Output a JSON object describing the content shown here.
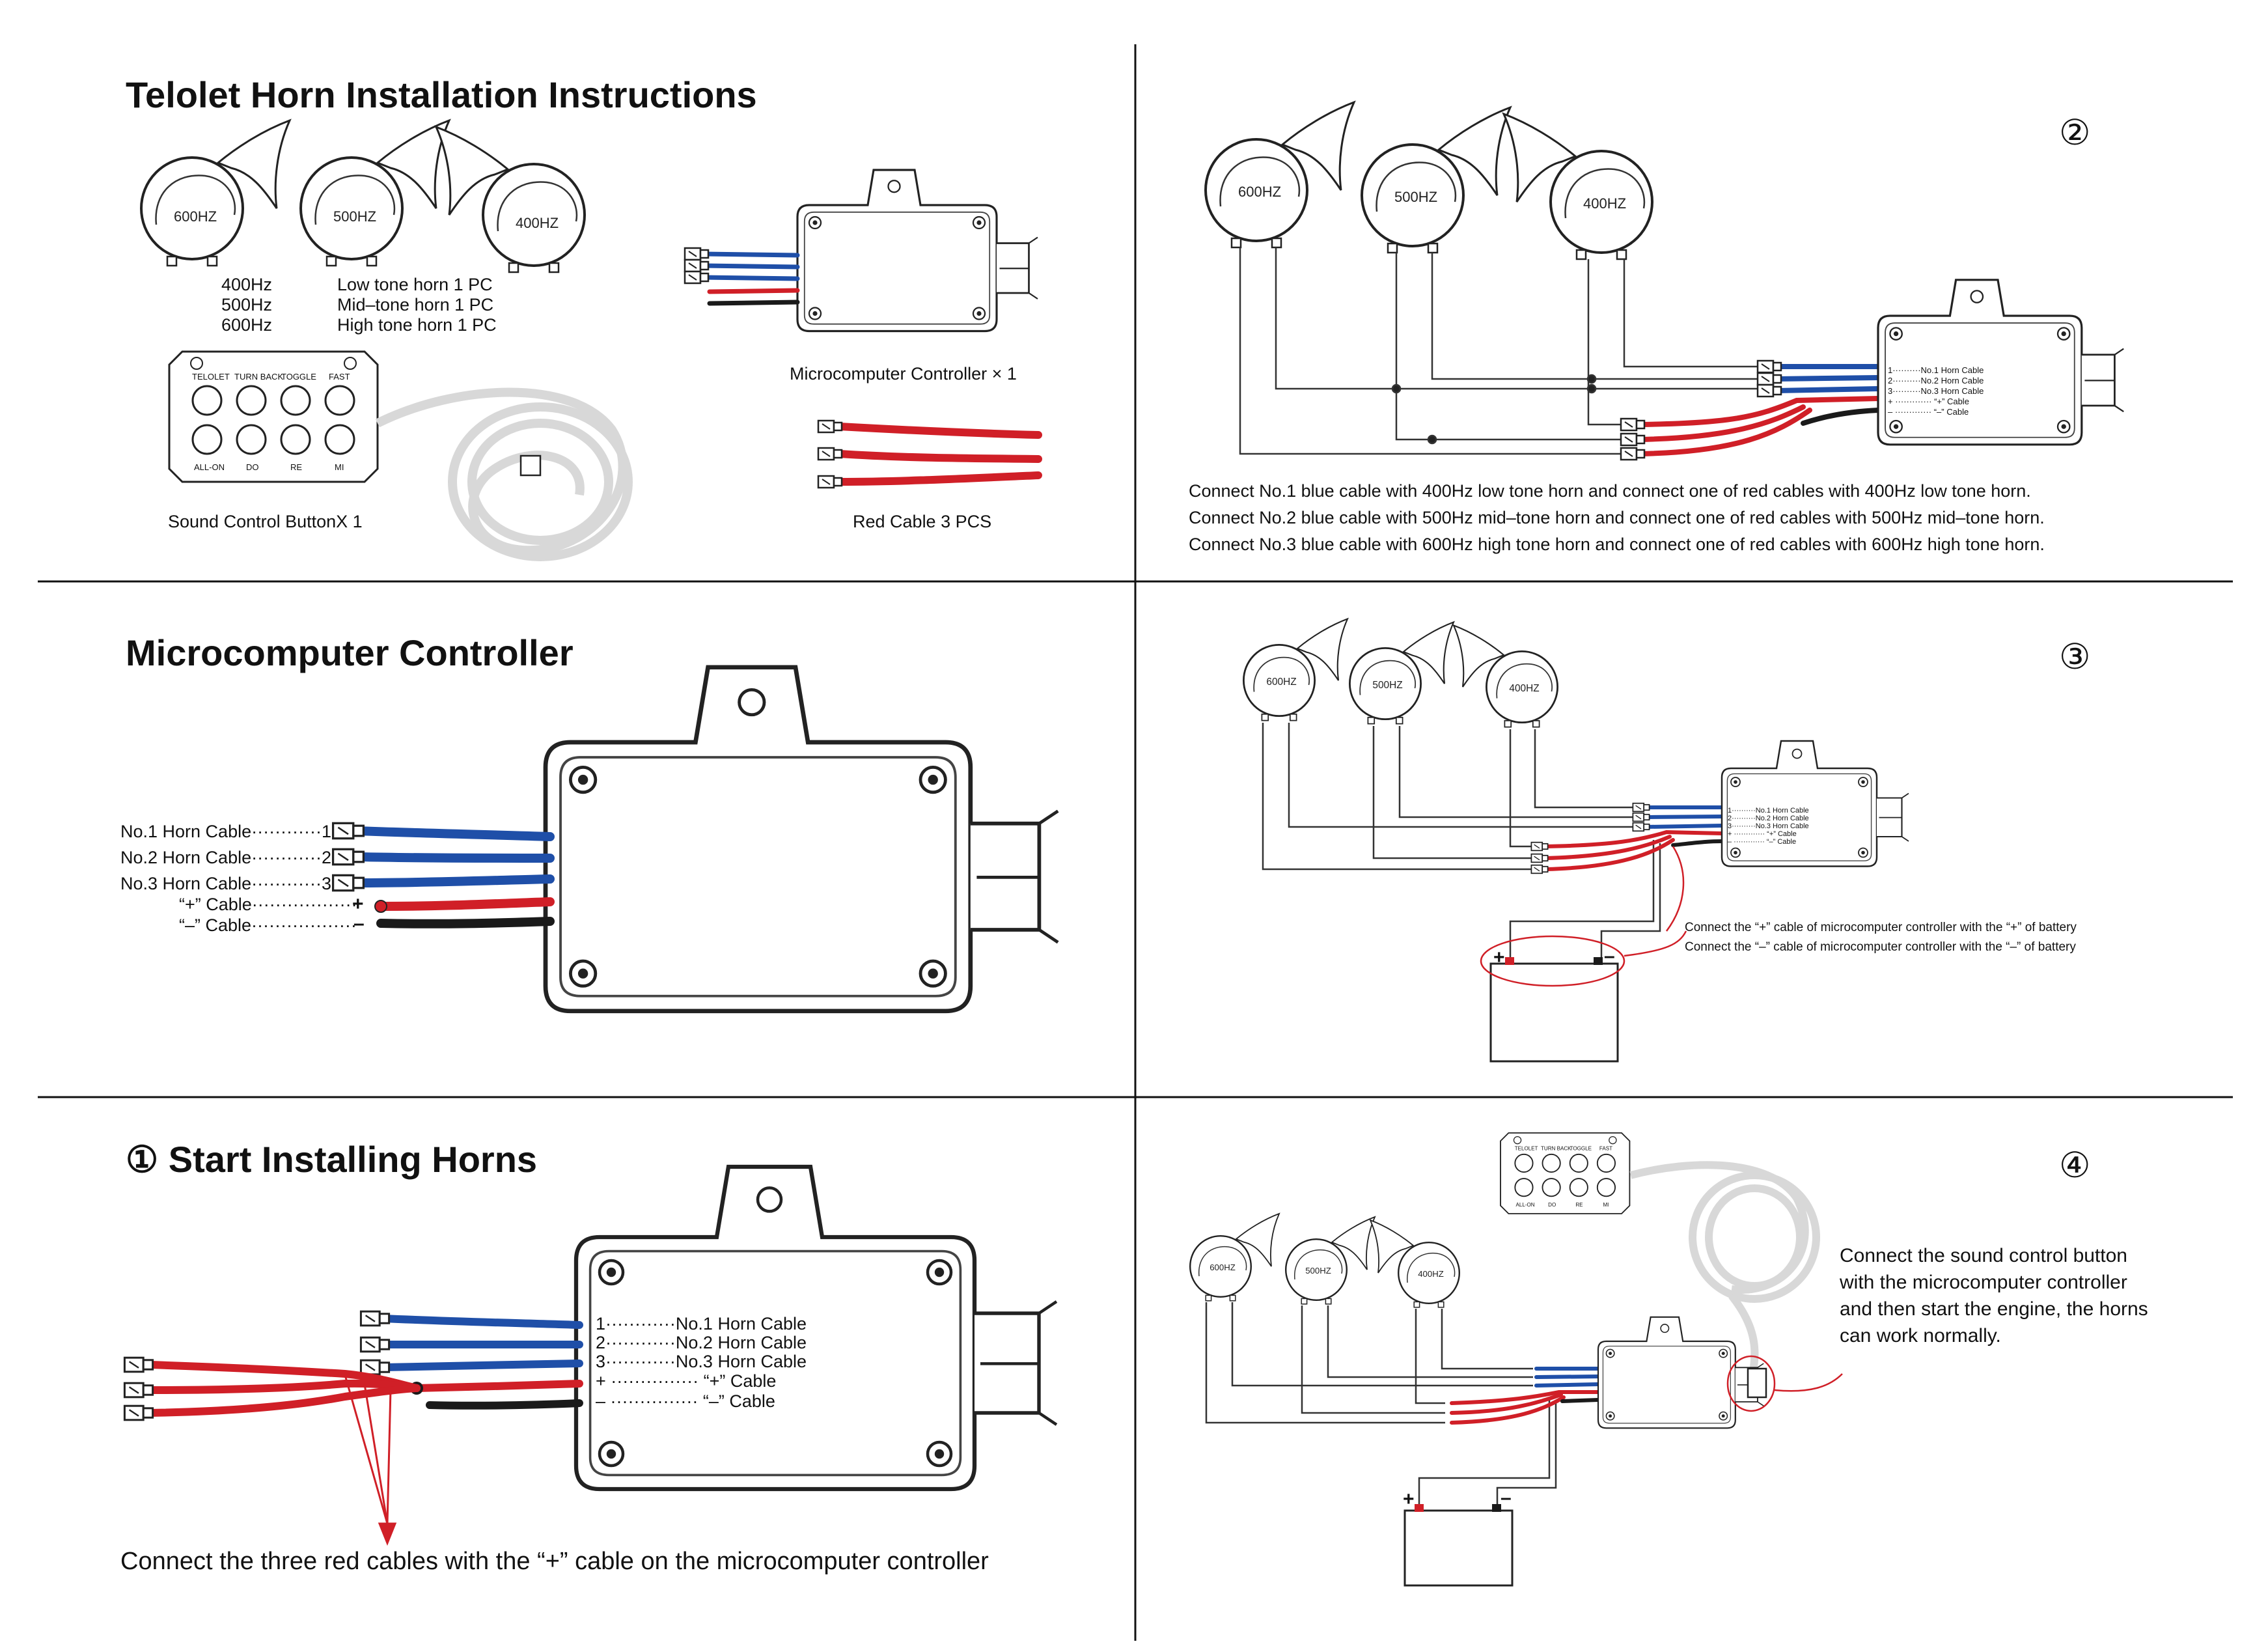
{
  "panels": {
    "p1": {
      "title": "Telolet Horn Installation Instructions",
      "horns": [
        "600HZ",
        "500HZ",
        "400HZ"
      ],
      "horn_list": [
        {
          "freq": "400Hz",
          "desc": "Low tone horn 1 PC"
        },
        {
          "freq": "500Hz",
          "desc": "Mid–tone horn 1 PC"
        },
        {
          "freq": "600Hz",
          "desc": "High tone horn 1 PC"
        }
      ],
      "button_labels_top": [
        "TELOLET",
        "TURN BACK",
        "TOGGLE",
        "FAST"
      ],
      "button_labels_bottom": [
        "ALL-ON",
        "DO",
        "RE",
        "MI"
      ],
      "sound_button_caption": "Sound Control ButtonX 1",
      "controller_caption": "Microcomputer Controller × 1",
      "red_cable_caption": "Red Cable 3 PCS"
    },
    "p2": {
      "number": "②",
      "horns": [
        "600HZ",
        "500HZ",
        "400HZ"
      ],
      "cable_labels": [
        "1··········No.1 Horn Cable",
        "2··········No.2 Horn Cable",
        "3··········No.3 Horn Cable",
        "+ ············· “+” Cable",
        "– ············· “–” Cable"
      ],
      "lines": [
        "Connect No.1 blue cable with 400Hz low tone horn and connect one of red cables with 400Hz low tone horn.",
        "Connect No.2 blue cable with 500Hz mid–tone horn and connect one of red cables with 500Hz mid–tone horn.",
        "Connect No.3 blue cable with 600Hz high tone horn and connect one of red cables with 600Hz high tone horn."
      ]
    },
    "p3": {
      "title": "Microcomputer Controller",
      "labels": [
        "No.1 Horn Cable············1",
        "No.2 Horn Cable············2",
        "No.3 Horn Cable············3",
        "“+” Cable··················",
        "“–” Cable··················"
      ],
      "plus": "+",
      "minus": "–"
    },
    "p4": {
      "number": "③",
      "horns": [
        "600HZ",
        "500HZ",
        "400HZ"
      ],
      "note_plus": "Connect the “+” cable of microcomputer controller with the “+” of battery",
      "note_minus": "Connect the “–” cable of microcomputer controller with the “–” of battery",
      "plus": "+",
      "minus": "–"
    },
    "p5": {
      "title": "① Start Installing Horns",
      "cable_labels": [
        "1············No.1 Horn Cable",
        "2············No.2 Horn Cable",
        "3············No.3 Horn Cable",
        "+ ··············· “+” Cable",
        "– ··············· “–” Cable"
      ],
      "caption": "Connect the three red cables with the “+” cable on the microcomputer controller"
    },
    "p6": {
      "number": "④",
      "horns": [
        "600HZ",
        "500HZ",
        "400HZ"
      ],
      "button_labels_top": [
        "TELOLET",
        "TURN BACK",
        "TOGGLE",
        "FAST"
      ],
      "button_labels_bottom": [
        "ALL-ON",
        "DO",
        "RE",
        "MI"
      ],
      "text": [
        "Connect the sound control button",
        "with the microcomputer controller",
        "and then start the engine, the horns",
        "can work normally."
      ],
      "plus": "+",
      "minus": "–"
    }
  },
  "colors": {
    "blue_cable": "#1f4fa8",
    "red_cable": "#d01f27",
    "black_cable": "#1a1a1a",
    "annotation": "#d01f27"
  }
}
